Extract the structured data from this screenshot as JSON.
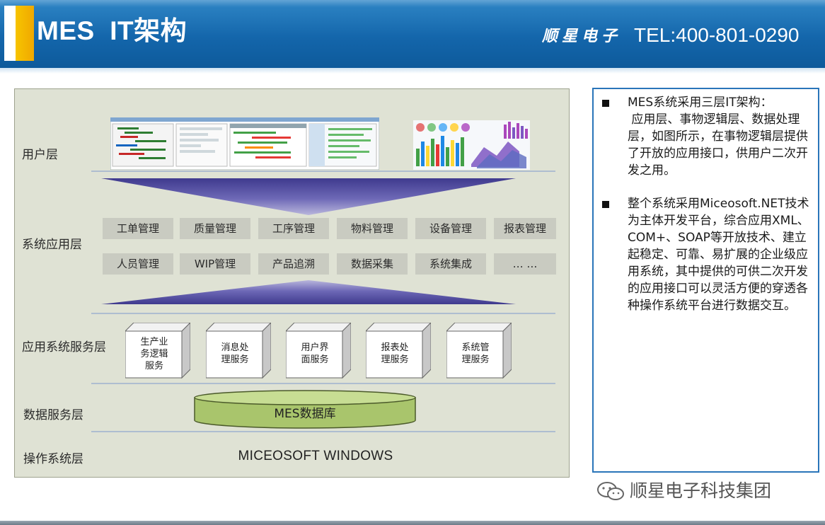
{
  "header": {
    "title": "MES  IT架构",
    "company": "顺星电子",
    "phone": "TEL:400-801-0290"
  },
  "diagram": {
    "layers": [
      "用户层",
      "系统应用层",
      "应用系统服务层",
      "数据服务层",
      "操作系统层"
    ],
    "modules_row1": [
      "工单管理",
      "质量管理",
      "工序管理",
      "物料管理",
      "设备管理",
      "报表管理"
    ],
    "modules_row2": [
      "人员管理",
      "WIP管理",
      "产品追溯",
      "数据采集",
      "系统集成",
      "… …"
    ],
    "services": [
      [
        "生产业",
        "务逻辑",
        "服务"
      ],
      [
        "消息处",
        "理服务"
      ],
      [
        "用户界",
        "面服务"
      ],
      [
        "报表处",
        "理服务"
      ],
      [
        "系统管",
        "理服务"
      ]
    ],
    "database": "MES数据库",
    "os": "MICEOSOFT WINDOWS"
  },
  "notes": [
    "MES系统采用三层IT架构：\n 应用层、事物逻辑层、数据处理层，如图所示，在事物逻辑层提供了开放的应用接口，供用户二次开发之用。",
    "整个系统采用Miceosoft.NET技术为主体开发平台，综合应用XML、COM+、SOAP等开放技术、建立起稳定、可靠、易扩展的企业级应用系统，其中提供的可供二次开发的应用接口可以灵活方便的穿透各种操作系统平台进行数据交互。"
  ],
  "watermark": "顺星电子科技集团",
  "colors": {
    "header_blue": "#1466ab",
    "accent_yellow": "#f7c400",
    "diagram_bg": "#dfe2d4",
    "arrow_purple": "#5b56a8",
    "database_green": "#b5cf7a",
    "panel_border": "#2a75b9"
  }
}
